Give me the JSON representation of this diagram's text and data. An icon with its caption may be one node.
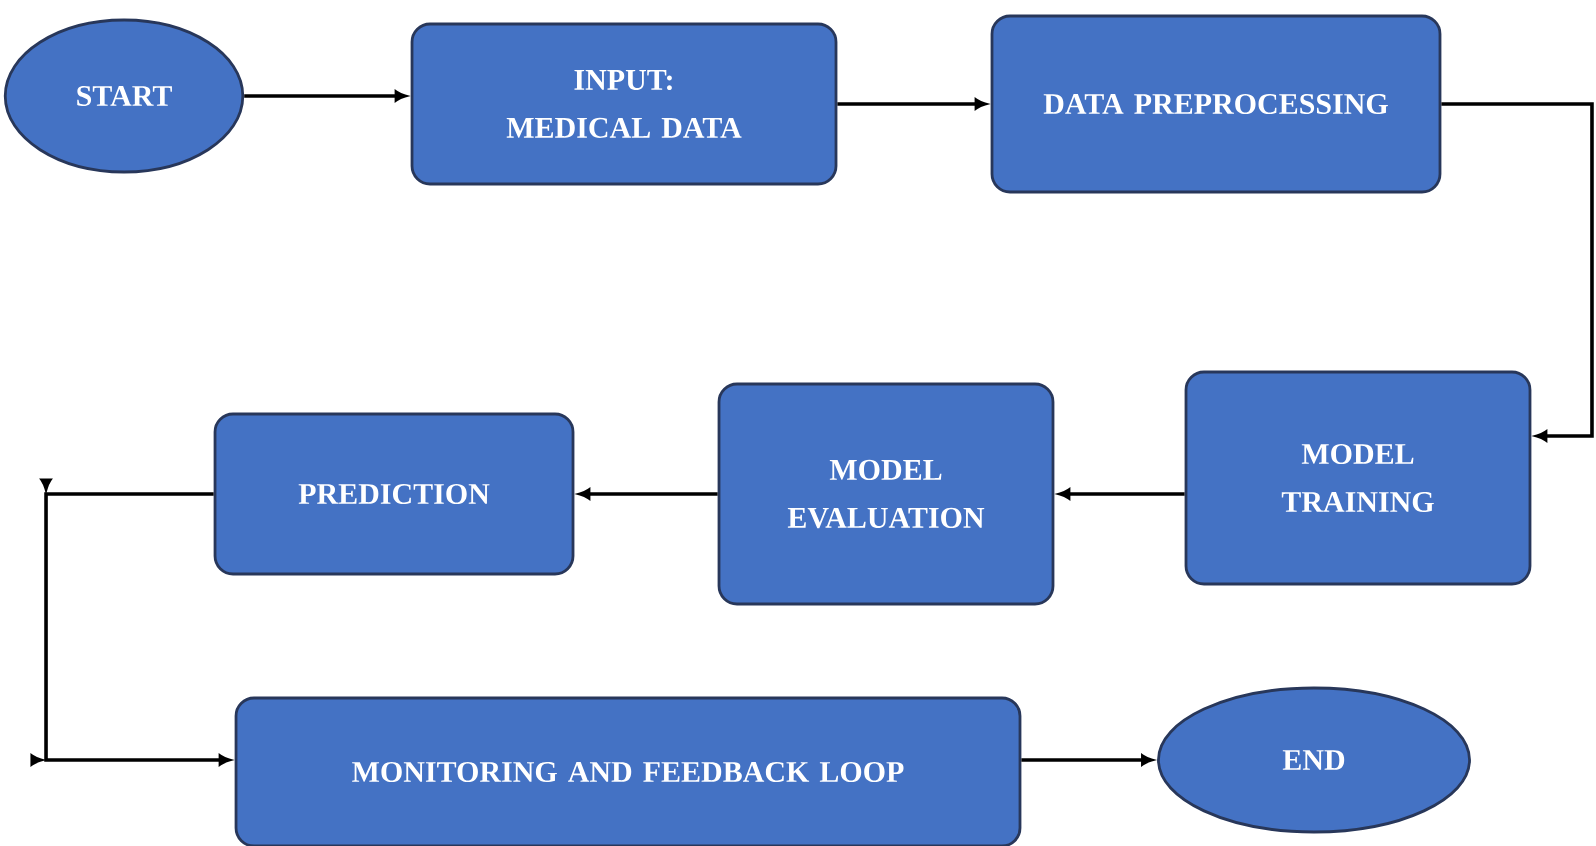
{
  "diagram": {
    "nodes": [
      {
        "text": [
          "START"
        ]
      },
      {
        "text": [
          "INPUT: MEDICAL DATA"
        ]
      },
      {
        "text": [
          "DATA PREPROCESSING"
        ]
      },
      {
        "text": [
          "MODEL TRAINING"
        ]
      },
      {
        "text": [
          "MODEL EVALUATION"
        ]
      },
      {
        "text": [
          "PREDICTION"
        ]
      },
      {
        "text": [
          "MONITORING AND FEEDBACK LOOP"
        ]
      },
      {
        "text": [
          "END"
        ]
      }
    ],
    "edges": [
      {
        "from": 0,
        "to": 1,
        "arrow": "to"
      },
      {
        "from": 1,
        "to": 2,
        "arrow": "to"
      },
      {
        "from": 2,
        "to": 3,
        "arrow": "to"
      },
      {
        "from": 3,
        "to": 4,
        "arrow": "to"
      },
      {
        "from": 4,
        "to": 5,
        "arrow": "to"
      },
      {
        "from": 5,
        "to": 6,
        "arrow": "to"
      },
      {
        "from": 6,
        "to": 7,
        "arrow": "to"
      }
    ]
  }
}
